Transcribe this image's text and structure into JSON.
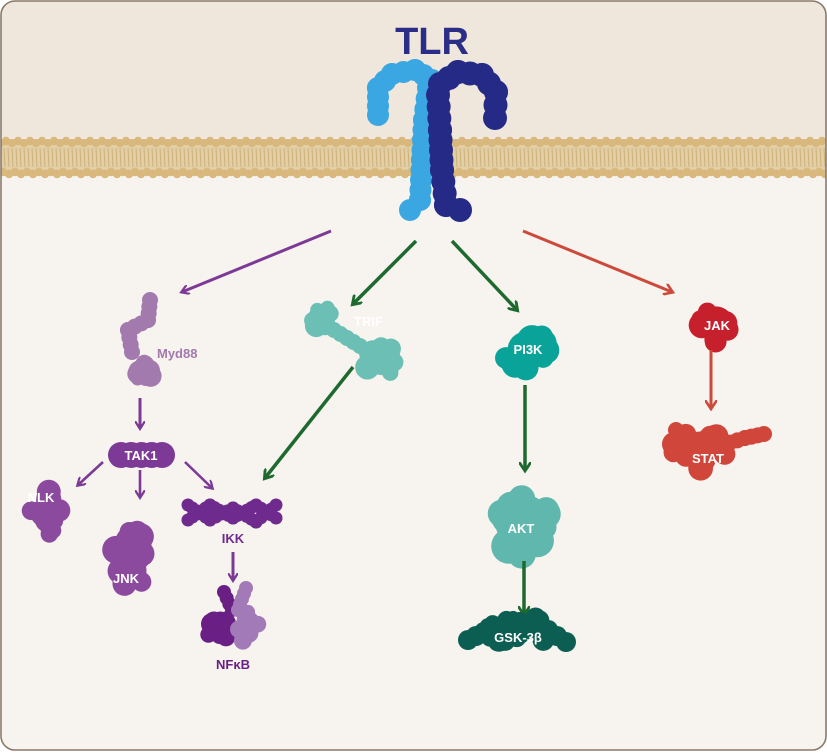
{
  "receptor": {
    "label": "TLR"
  },
  "pathways": {
    "myd88": {
      "adaptor": "Myd88",
      "kinase": "TAK1",
      "targets": [
        "NLK",
        "JNK",
        "IKK"
      ],
      "factor": "NFκB"
    },
    "trif": {
      "adaptor": "TRIF"
    },
    "pi3k": {
      "kinase": "PI3K",
      "effector": "AKT",
      "target": "GSK-3β"
    },
    "jak": {
      "kinase": "JAK",
      "factor": "STAT"
    }
  },
  "colors": {
    "background": "#f7f3ee",
    "extracellular": "#efe6dc",
    "membrane": "#d8b87c",
    "border": "#8a7a6a",
    "tlr_light": "#3aa7e3",
    "tlr_dark": "#252a86",
    "tlr_label": "#2b2e86",
    "myd88": "#a27aae",
    "tak1": "#7c3a96",
    "nlk_jnk": "#8b4a9e",
    "ikk": "#6f2a8e",
    "nfkb_dark": "#6a1f85",
    "nfkb_light": "#a37ab8",
    "trif": "#6cbfb4",
    "pi3k": "#0aa39a",
    "akt": "#5fb7ad",
    "gsk3b": "#0d5e52",
    "jak": "#c7202d",
    "stat": "#d0463a",
    "arrow_purple": "#7c3a96",
    "arrow_green": "#1e6a2e",
    "arrow_red": "#cc4a3c"
  }
}
